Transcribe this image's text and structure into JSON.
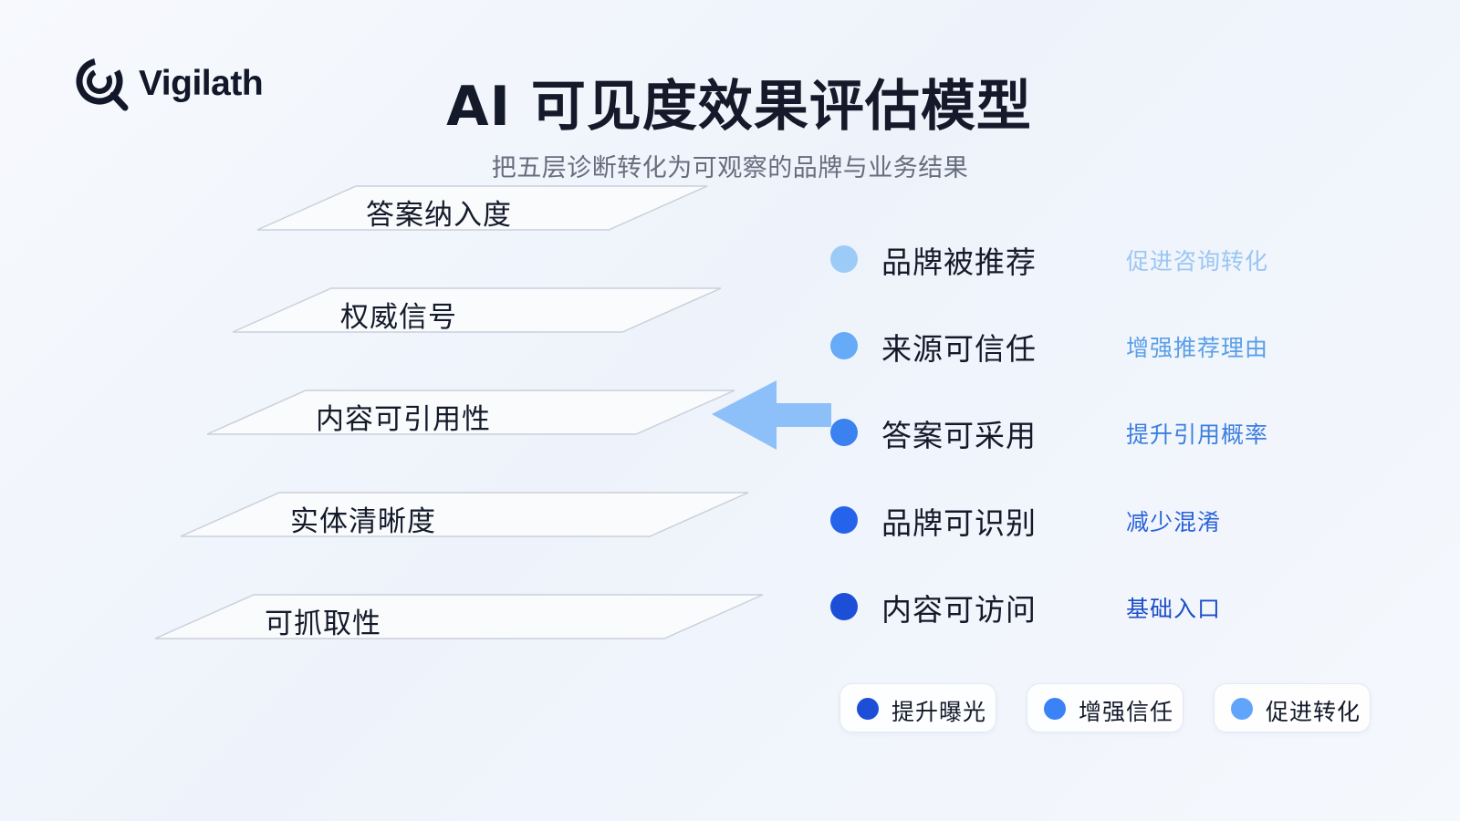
{
  "brand": {
    "name": "Vigilath",
    "logo_icon": "magnifier-c-icon"
  },
  "title": "AI 可见度效果评估模型",
  "subtitle": "把五层诊断转化为可观察的品牌与业务结果",
  "layers": [
    {
      "label": "答案纳入度"
    },
    {
      "label": "权威信号"
    },
    {
      "label": "内容可引用性"
    },
    {
      "label": "实体清晰度"
    },
    {
      "label": "可抓取性"
    }
  ],
  "arrow_icon": "arrow-left-icon",
  "outcomes": [
    {
      "name": "品牌被推荐",
      "effect": "促进咨询转化",
      "dot_color": "#9ccbf8",
      "effect_color": "#9cc6f2"
    },
    {
      "name": "来源可信任",
      "effect": "增强推荐理由",
      "dot_color": "#66abf7",
      "effect_color": "#5a9fe8"
    },
    {
      "name": "答案可采用",
      "effect": "提升引用概率",
      "dot_color": "#3b82f0",
      "effect_color": "#3b7ee0"
    },
    {
      "name": "品牌可识别",
      "effect": "减少混淆",
      "dot_color": "#2563eb",
      "effect_color": "#2a63d8"
    },
    {
      "name": "内容可访问",
      "effect": "基础入口",
      "dot_color": "#1d4ed8",
      "effect_color": "#1e4fc8"
    }
  ],
  "legend": [
    {
      "label": "提升曝光",
      "color": "#1d4ed8"
    },
    {
      "label": "增强信任",
      "color": "#3b82f6"
    },
    {
      "label": "促进转化",
      "color": "#60a5fa"
    }
  ],
  "colors": {
    "layer_border": "#c9d0dc",
    "layer_fill": "#fafbfd",
    "arrow": "#8dc0f8"
  }
}
